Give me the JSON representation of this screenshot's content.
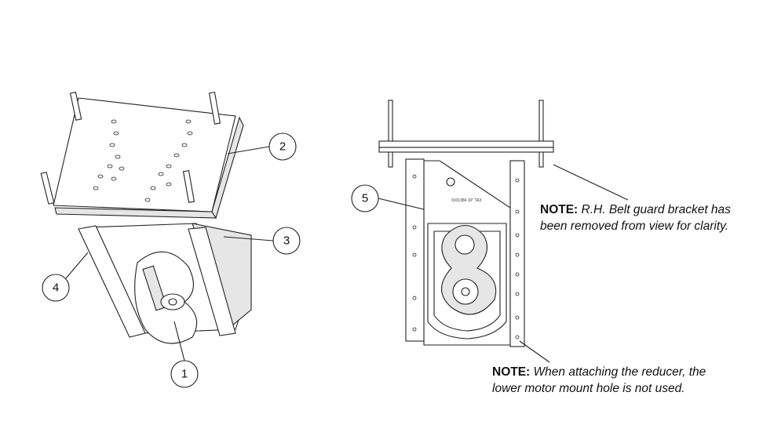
{
  "callouts": [
    "1",
    "2",
    "3",
    "4",
    "5"
  ],
  "part_label": "9101384 10\" TA3",
  "notes": [
    {
      "label": "NOTE:",
      "line1": " R.H. Belt guard bracket has",
      "line2": "been removed from view for clarity."
    },
    {
      "label": "NOTE:",
      "line1": " When attaching the reducer, the",
      "line2": "lower motor mount hole is not used."
    }
  ]
}
